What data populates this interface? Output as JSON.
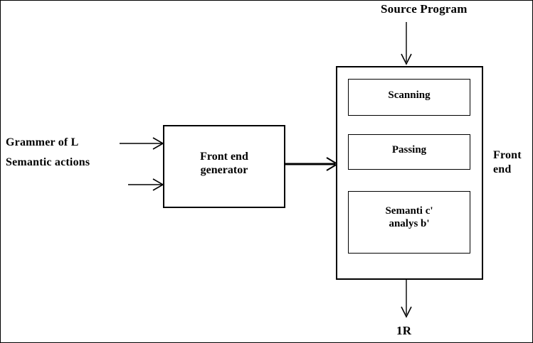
{
  "diagram": {
    "title_text_top": "Source Program",
    "left_inputs": {
      "line1": "Grammer of L",
      "line2": "Semantic actions"
    },
    "generator_box": {
      "label": "Front end\ngenerator"
    },
    "front_end_box": {
      "side_label": "Front\nend",
      "stages": [
        {
          "label": "Scanning"
        },
        {
          "label": "Passing"
        },
        {
          "label": "Semanti c'\nanalys b'"
        }
      ]
    },
    "output_text_bottom": "1R",
    "arrows": {
      "source_program_down": "arrow-down",
      "grammar_in": "arrow-right",
      "semantic_in": "arrow-right",
      "generator_to_frontend": "arrow-right-thick",
      "frontend_to_ir": "arrow-down"
    },
    "colors": {
      "stroke": "#000000",
      "background": "#ffffff",
      "text": "#000000"
    }
  }
}
